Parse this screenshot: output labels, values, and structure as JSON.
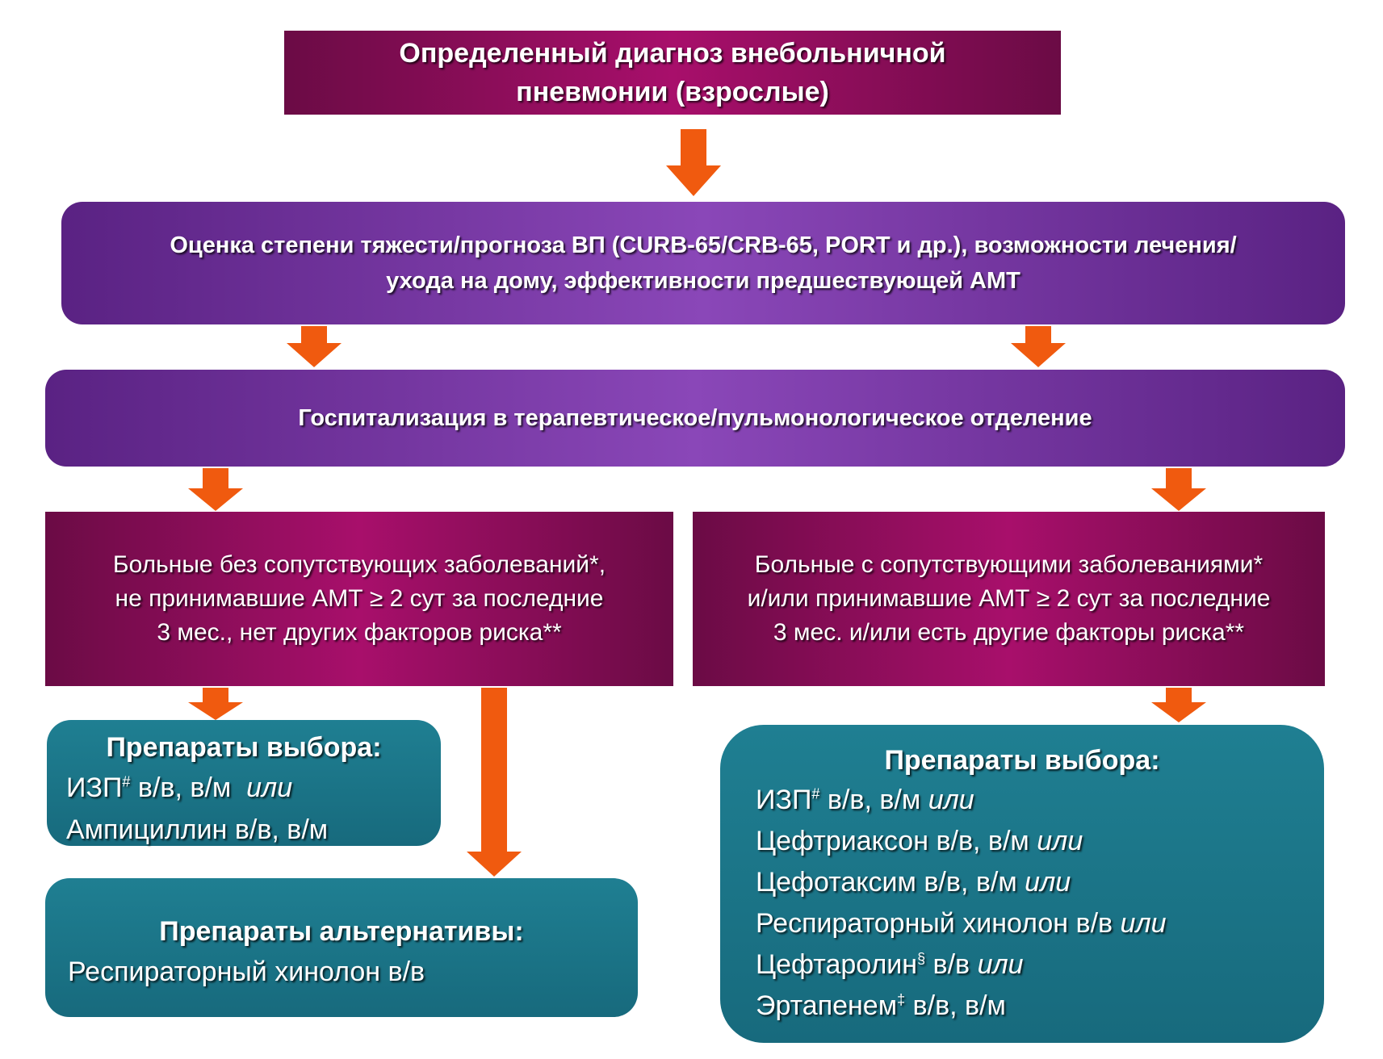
{
  "title": {
    "line1": "Определенный диагноз внебольничной",
    "line2": "пневмонии (взрослые)"
  },
  "assessment": {
    "line1": "Оценка степени тяжести/прогноза ВП (CURB-65/CRB-65, PORT и др.), возможности лечения/",
    "line2": "ухода на дому, эффективности предшествующей АМТ"
  },
  "hospitalization": {
    "text": "Госпитализация в терапевтическое/пульмонологическое отделение"
  },
  "left_patients": {
    "line1": "Больные без сопутствующих заболеваний*,",
    "line2": "не принимавшие АМТ ≥ 2 сут за последние",
    "line3": "3 мес., нет других факторов риска**"
  },
  "right_patients": {
    "line1": "Больные с сопутствующими заболеваниями*",
    "line2": "и/или принимавшие АМТ ≥ 2 сут за последние",
    "line3": "3 мес. и/или есть другие факторы риска**"
  },
  "choice_left": {
    "header": "Препараты выбора:",
    "item1": "ИЗП",
    "item1_sup": "#",
    "item1_route": " в/в, в/м  ",
    "item1_or": "или",
    "item2": "Ампициллин в/в, в/м"
  },
  "alt_left": {
    "header": "Препараты альтернативы:",
    "item1": "Респираторный хинолон в/в"
  },
  "choice_right": {
    "header": "Препараты выбора:",
    "item1": "ИЗП",
    "item1_sup": "#",
    "item1_route": " в/в, в/м ",
    "item1_or": "или",
    "item2": "Цефтриаксон в/в, в/м ",
    "item2_or": "или",
    "item3": "Цефотаксим в/в, в/м ",
    "item3_or": "или",
    "item4": "Респираторный хинолон в/в ",
    "item4_or": "или",
    "item5": "Цефтаролин",
    "item5_sup": "§",
    "item5_route": " в/в ",
    "item5_or": "или",
    "item6": "Эртапенем",
    "item6_sup": "‡",
    "item6_route": " в/в, в/м"
  },
  "colors": {
    "arrow": "#f05a0f",
    "magenta": "#a80f6b",
    "purple": "#7a3aa8",
    "teal": "#1b7488"
  }
}
